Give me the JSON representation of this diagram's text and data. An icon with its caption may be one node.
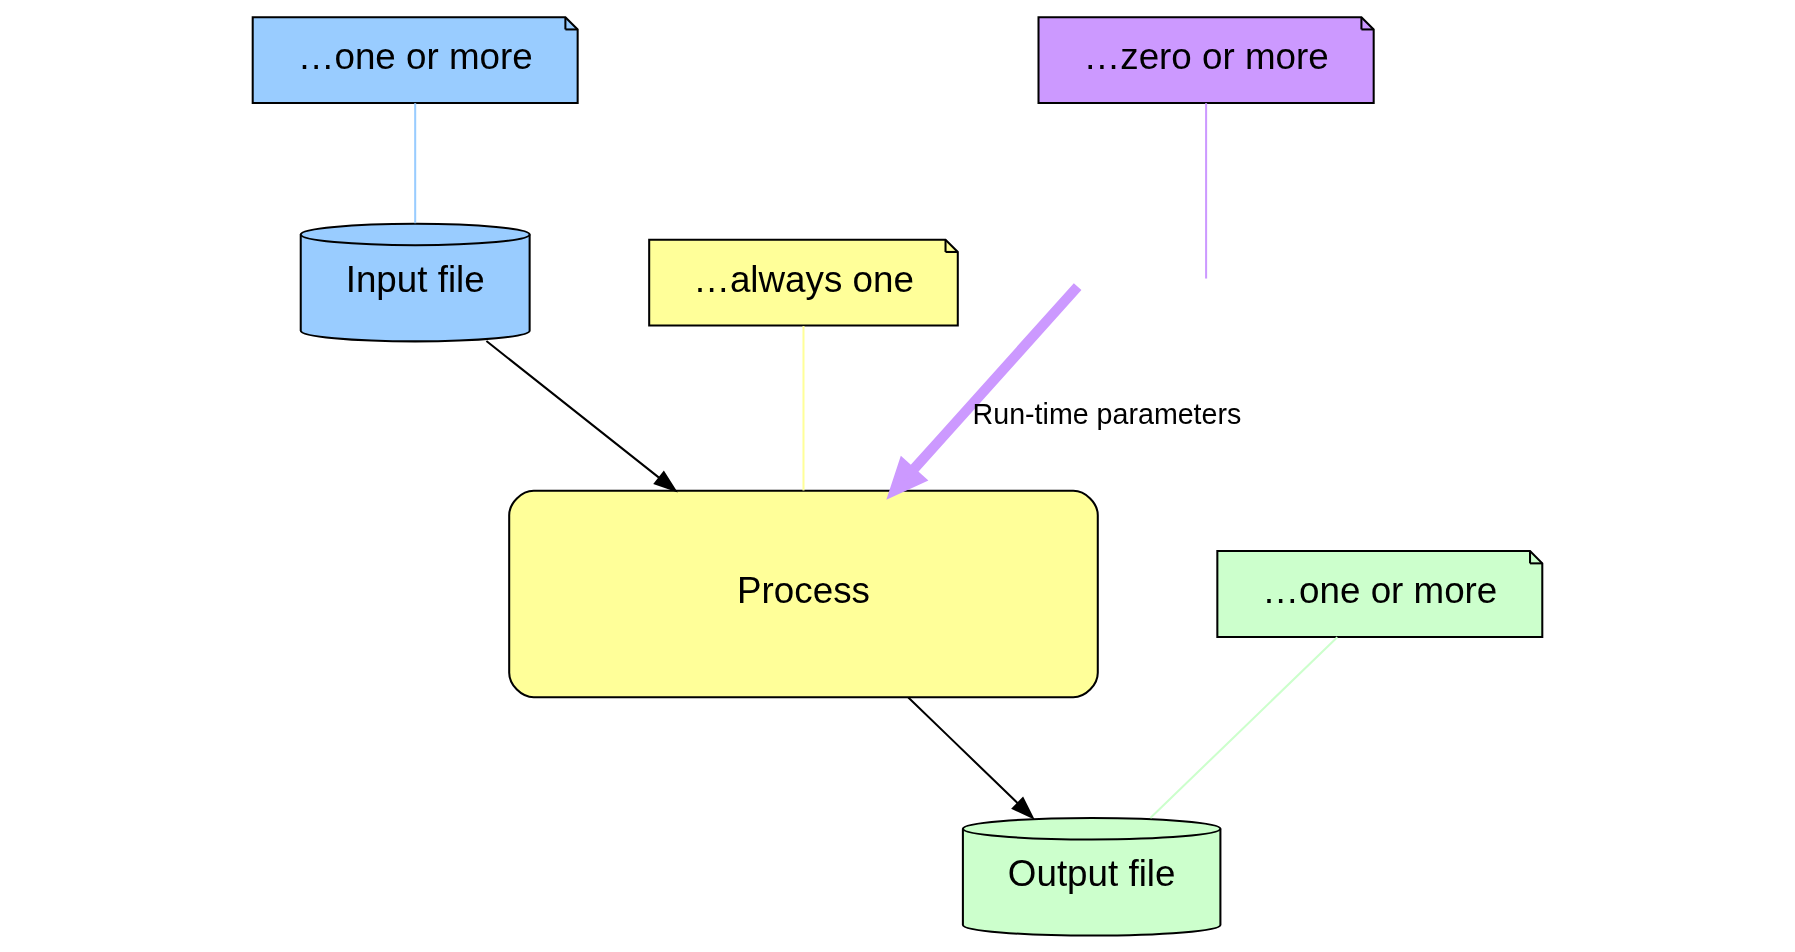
{
  "diagram": {
    "nodes": [
      {
        "text": [
          "…one or more"
        ]
      },
      {
        "text": [
          "Input file"
        ]
      },
      {
        "text": [
          "…always one"
        ]
      },
      {
        "text": [
          "Process"
        ]
      },
      {
        "text": [
          "…zero or more"
        ]
      },
      {
        "text": [
          "Output file"
        ]
      },
      {
        "text": [
          "…one or more"
        ]
      }
    ],
    "edges": [
      {
        "from": 1,
        "to": 3,
        "arrow": "to"
      },
      {
        "from": 3,
        "to": 5,
        "arrow": "to"
      },
      {
        "from": null,
        "to": 3,
        "arrow": "to",
        "label": "Run-time parameters",
        "style": "thick",
        "color": "#cc99ff"
      },
      {
        "from": 0,
        "to": 1,
        "arrow": "none",
        "color": "#99ccff"
      },
      {
        "from": 2,
        "to": 3,
        "arrow": "none",
        "color": "#ffff99"
      },
      {
        "from": 4,
        "to": null,
        "arrow": "none",
        "color": "#cc99ff"
      },
      {
        "from": 6,
        "to": 5,
        "arrow": "none",
        "color": "#ccffcc"
      }
    ]
  }
}
